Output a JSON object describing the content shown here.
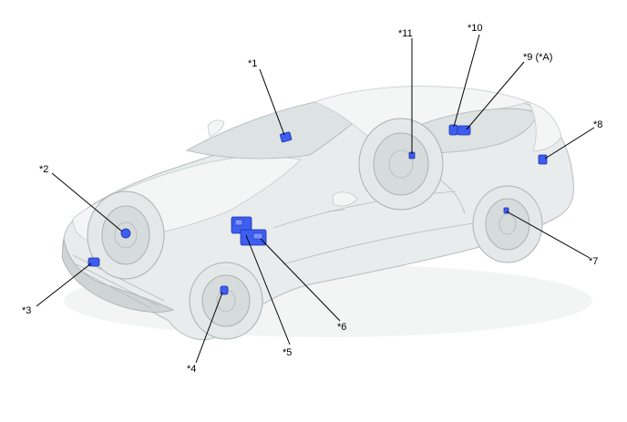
{
  "callouts": [
    {
      "id": "1",
      "label": "*1"
    },
    {
      "id": "2",
      "label": "*2"
    },
    {
      "id": "3",
      "label": "*3"
    },
    {
      "id": "4",
      "label": "*4"
    },
    {
      "id": "5",
      "label": "*5"
    },
    {
      "id": "6",
      "label": "*6"
    },
    {
      "id": "7",
      "label": "*7"
    },
    {
      "id": "8",
      "label": "*8"
    },
    {
      "id": "9",
      "label": "*9 (*A)"
    },
    {
      "id": "10",
      "label": "*10"
    },
    {
      "id": "11",
      "label": "*11"
    }
  ],
  "colors": {
    "component": "#3d5ef0",
    "vehicle_body": "#e9ecec",
    "leader_line": "#000000"
  }
}
